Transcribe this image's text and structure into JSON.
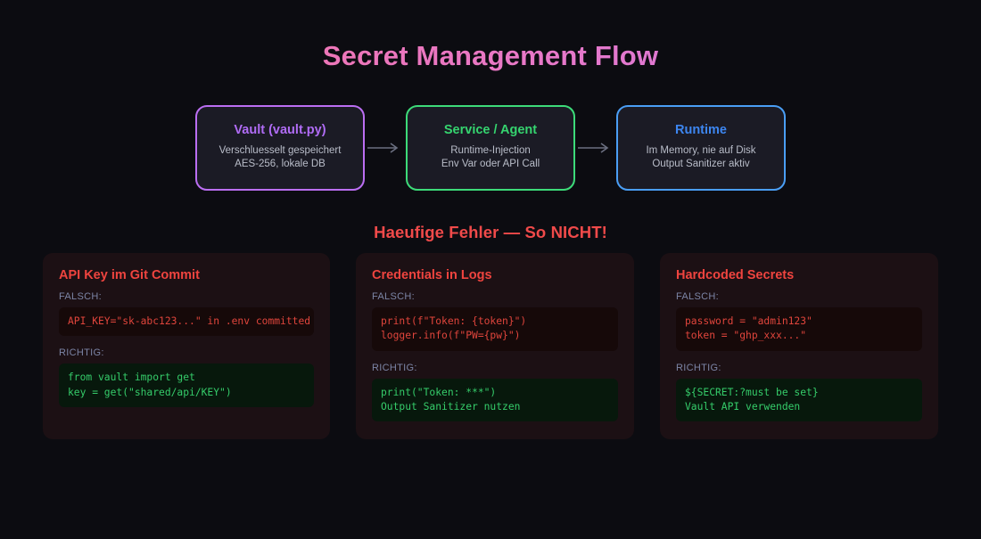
{
  "page": {
    "title": "Secret Management Flow",
    "background_color": "#0c0c11",
    "title_gradient_from": "#f472a0",
    "title_gradient_to": "#c77ae8"
  },
  "flow": {
    "arrow_icon": "arrow-right-icon",
    "steps": [
      {
        "title": "Vault (vault.py)",
        "line1": "Verschluesselt gespeichert",
        "line2": "AES-256, lokale DB",
        "accent": "#bb6ef2",
        "accent_name": "purple"
      },
      {
        "title": "Service / Agent",
        "line1": "Runtime-Injection",
        "line2": "Env Var oder API Call",
        "accent": "#3ddb79",
        "accent_name": "green"
      },
      {
        "title": "Runtime",
        "line1": "Im Memory, nie auf Disk",
        "line2": "Output Sanitizer aktiv",
        "accent": "#4a9ef5",
        "accent_name": "blue"
      }
    ]
  },
  "mistakes": {
    "heading": "Haeufige Fehler — So NICHT!",
    "heading_color": "#f04a4a",
    "bad_label": "FALSCH:",
    "good_label": "RICHTIG:",
    "bad_color": "#e0453c",
    "good_color": "#35cc6a",
    "cards": [
      {
        "title": "API Key im Git Commit",
        "bad_label": "FALSCH:",
        "bad_code": "API_KEY=\"sk-abc123...\" in .env committed",
        "good_label": "RICHTIG:",
        "good_code": "from vault import get\nkey = get(\"shared/api/KEY\")"
      },
      {
        "title": "Credentials in Logs",
        "bad_label": "FALSCH:",
        "bad_code": "print(f\"Token: {token}\")\nlogger.info(f\"PW={pw}\")",
        "good_label": "RICHTIG:",
        "good_code": "print(\"Token: ***\")\nOutput Sanitizer nutzen"
      },
      {
        "title": "Hardcoded Secrets",
        "bad_label": "FALSCH:",
        "bad_code": "password = \"admin123\"\ntoken = \"ghp_xxx...\"",
        "good_label": "RICHTIG:",
        "good_code": "${SECRET:?must be set}\nVault API verwenden"
      }
    ]
  }
}
